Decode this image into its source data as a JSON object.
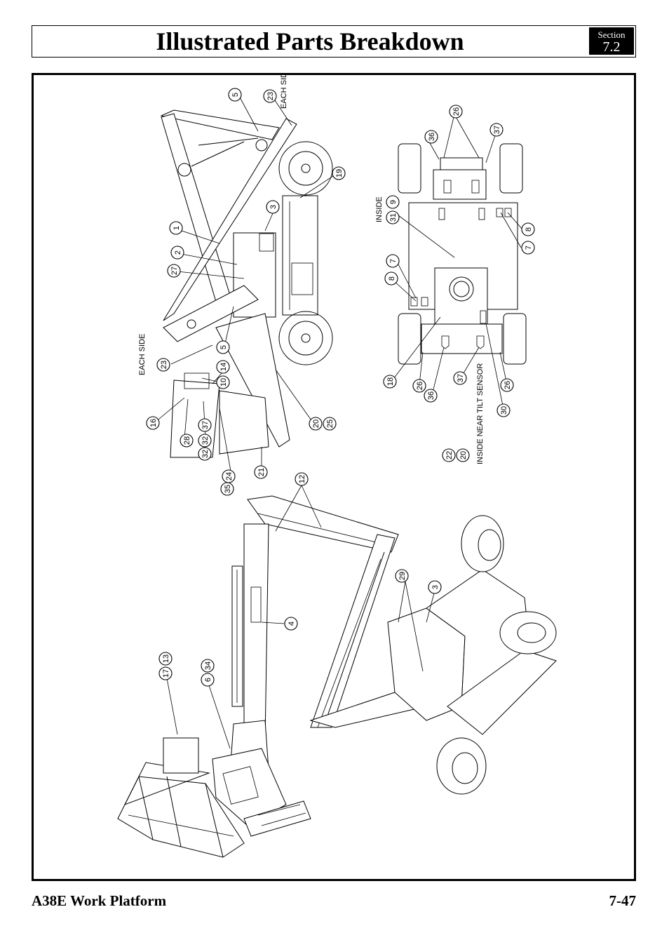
{
  "header": {
    "title": "Illustrated Parts Breakdown",
    "section_label": "Section",
    "section_number": "7.2"
  },
  "footer": {
    "product": "A38E Work Platform",
    "page": "7-47"
  },
  "notes": {
    "each_side_top": "EACH SIDE",
    "each_side_left": "EACH SIDE",
    "inside": "INSIDE",
    "inside_near_tilt": "INSIDE NEAR TILT SENSOR"
  },
  "callouts_side": [
    "5",
    "23",
    "19",
    "3",
    "1",
    "2",
    "27",
    "5",
    "23",
    "14",
    "10",
    "16",
    "28",
    "32",
    "37",
    "32",
    "35",
    "24",
    "21",
    "20",
    "25"
  ],
  "callouts_top": [
    "26",
    "36",
    "37",
    "31",
    "9",
    "7",
    "8",
    "8",
    "7",
    "18",
    "26",
    "36",
    "37",
    "26",
    "30",
    "22",
    "20"
  ],
  "callouts_iso": [
    "12",
    "4",
    "29",
    "3",
    "17",
    "13",
    "6",
    "34"
  ]
}
